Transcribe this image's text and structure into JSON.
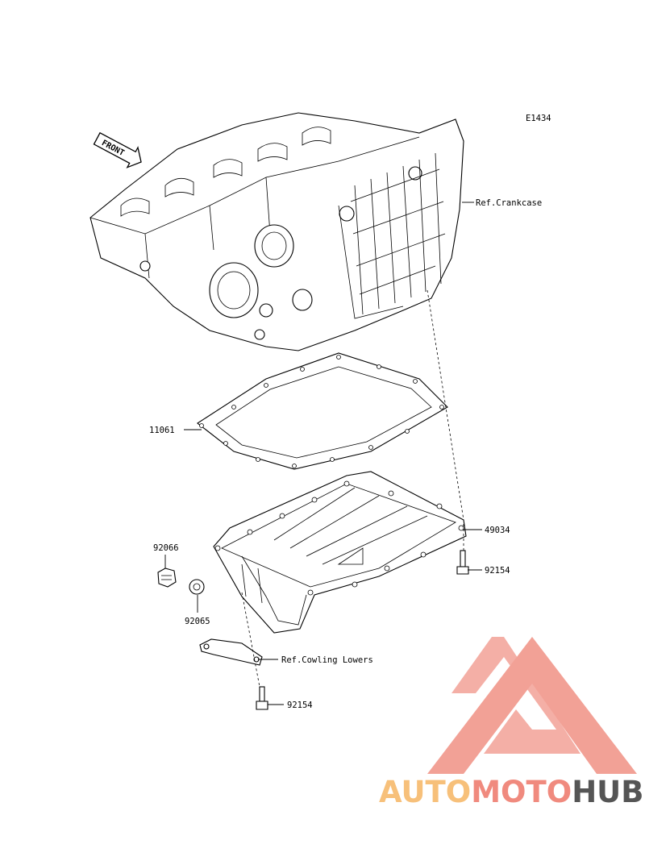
{
  "diagram_code": "E1434",
  "front_label": "FRONT",
  "references": {
    "crankcase": "Ref.Crankcase",
    "cowling": "Ref.Cowling Lowers"
  },
  "parts": {
    "gasket": "11061",
    "oil_pan": "49034",
    "drain_plug": "92066",
    "washer": "92065",
    "bolt_right": "92154",
    "bolt_bottom": "92154"
  },
  "watermark": {
    "word_part1": "AUTO",
    "word_part2": "MOTO",
    "word_part3": "HUB",
    "colors": {
      "auto": "#f7c07a",
      "moto": "#f08a7e",
      "hub": "#555555",
      "triangle": "#f2a196"
    }
  }
}
